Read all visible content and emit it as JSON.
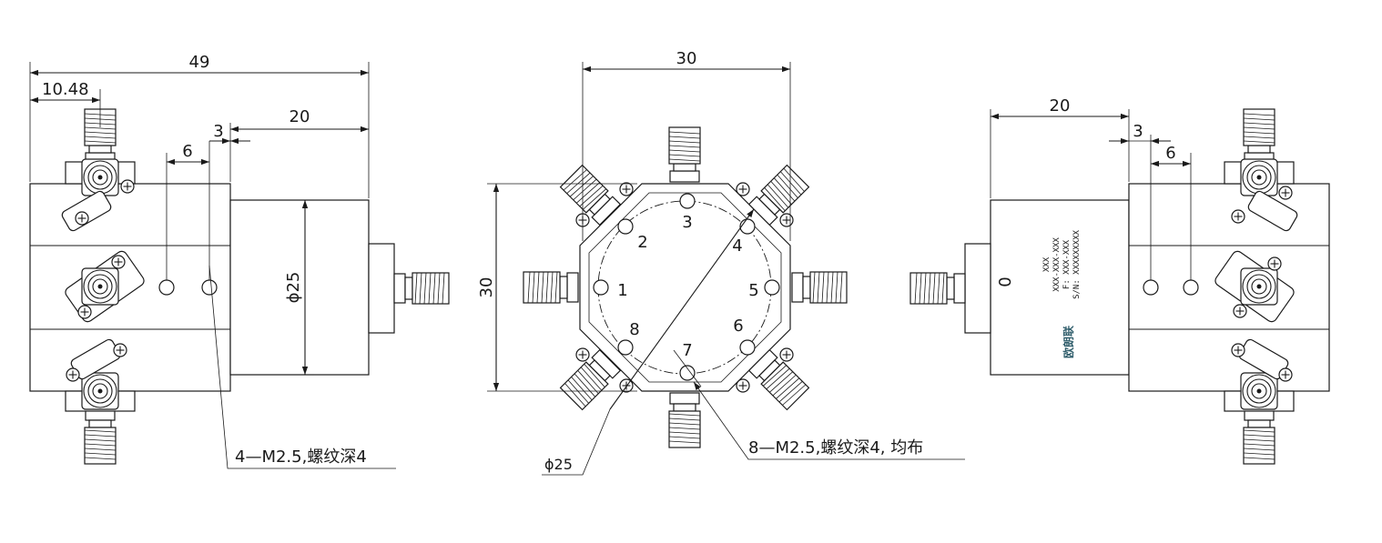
{
  "colors": {
    "line": "#1a1a1a",
    "background": "#ffffff",
    "brand": "#2f5d6b"
  },
  "left_view": {
    "dim_total": "49",
    "dim_offset": "10.48",
    "dim_body": "20",
    "dim_hole_a": "6",
    "dim_hole_b": "3",
    "dim_diameter": "ϕ25",
    "callout": "4—M2.5,螺纹深4"
  },
  "center_view": {
    "dim_width": "30",
    "dim_height": "30",
    "dim_circle": "ϕ25",
    "callout": "8—M2.5,螺纹深4, 均布",
    "port_labels": [
      "1",
      "2",
      "3",
      "4",
      "5",
      "6",
      "7",
      "8"
    ]
  },
  "right_view": {
    "dim_body": "20",
    "dim_hole_a": "3",
    "dim_hole_b": "6",
    "port_label": "0",
    "label_lines": [
      "XXX",
      "XXX-XXX-XXX",
      "F: XXX-XXX",
      "S/N: XXXXXXXXX"
    ],
    "brand_text": "欧朗联"
  }
}
